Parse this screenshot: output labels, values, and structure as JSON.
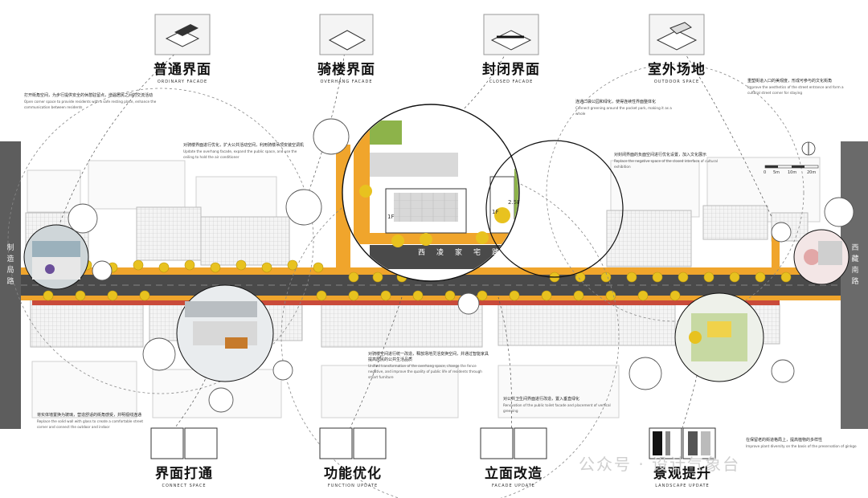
{
  "categories": {
    "ordinary": {
      "cn": "普通界面",
      "en": "ORDINARY FACADE"
    },
    "overhang": {
      "cn": "骑楼界面",
      "en": "OVERHANG FACADE"
    },
    "closed": {
      "cn": "封闭界面",
      "en": "CLOSED FACADE"
    },
    "outdoor": {
      "cn": "室外场地",
      "en": "OUTDOOR SPACE"
    }
  },
  "strategies": {
    "connect": {
      "cn": "界面打通",
      "en": "CONNECT SPACE"
    },
    "function": {
      "cn": "功能优化",
      "en": "FUNCTION UPDATE"
    },
    "facade": {
      "cn": "立面改造",
      "en": "FACADE UPDATE"
    },
    "landscape": {
      "cn": "景观提升",
      "en": "LANDSCAPE UPDATE"
    }
  },
  "notes": {
    "n1": {
      "zh": "打开街角空间，为步行提供安全的休憩驻留点，增强居民之间的交流活动",
      "en": "Open corner space to provide residents with a safe resting place, enhance the communication between residents"
    },
    "n2": {
      "zh": "对骑楼界面进行优化，扩大公共活动空间，利用骑楼吊顶安装空调机",
      "en": "Update the overhang facade, expand the public space, and use the ceiling to hold the air conditioner"
    },
    "n3": {
      "zh": "连通口袋公园和绿化，使得连续性界面整体化",
      "en": "Connect greening around the pocket park, making it as a whole"
    },
    "n4": {
      "zh": "对封闭界面的负面空间进行优化设置，加入文化展示",
      "en": "Replace the negative space of the closed interface of cultural exhibition"
    },
    "n5": {
      "zh": "重塑街道入口的美观度，形成可参与的文化街角",
      "en": "Improve the aesthetics of the street entrance and form a cultural street corner for staying"
    },
    "n6": {
      "zh": "对骑楼空间进行统一改造，释放场地灵活变换空间，并通过智能家具提高居民的公共生活品质",
      "en": "Unified transformation of the overhang space, change the fence negative, and improve the quality of public life of residents through smart furniture"
    },
    "n7": {
      "zh": "将实体墙置换为玻璃，营造舒适的街角感受，并明视线连通",
      "en": "Replace the solid wall with glass to create a comfortable street corner and connect the outdoor and indoor"
    },
    "n8": {
      "zh": "对公共卫生间界面进行改造，置入垂直绿化",
      "en": "Renovation of the public toilet facade and placement of vertical greening"
    },
    "n9": {
      "zh": "在保留老的街道格局上，提高植物的多样性",
      "en": "Improve plant diversity on the basis of the preservation of ginkgo"
    }
  },
  "streets": {
    "left": "制造局路",
    "right": "西藏南路"
  },
  "road": {
    "name": "西凌家宅路"
  },
  "levels": {
    "l1": "1F",
    "l2": "1F",
    "l3": "2.5F"
  },
  "scale": {
    "s0": "0",
    "s5": "5m",
    "s10": "10m",
    "s20": "20m"
  },
  "watermark": "公众号 · 设计气象台"
}
